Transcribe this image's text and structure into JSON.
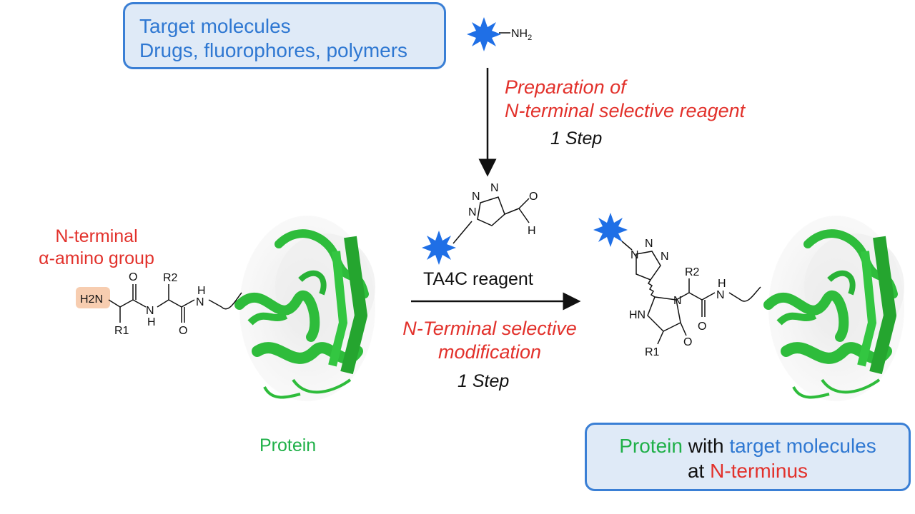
{
  "target_box": {
    "line1": "Target molecules",
    "line2": "Drugs, fluorophores, polymers"
  },
  "amine_label": "NH2",
  "prep": {
    "line1": "Preparation of",
    "line2": "N-terminal selective reagent",
    "step": "1 Step"
  },
  "nterm": {
    "line1": "N-terminal",
    "line2": "α-amino group"
  },
  "reagent": {
    "name": "TA4C reagent",
    "modification_line1": "N-Terminal selective",
    "modification_line2": "modification",
    "step": "1 Step"
  },
  "protein_label": "Protein",
  "result_box": {
    "protein": "Protein",
    "with": "with",
    "targets": "target molecules",
    "at": "at",
    "nterminus": "N-terminus"
  },
  "chem_labels": {
    "h2n": "H2N",
    "r1": "R1",
    "r2": "R2",
    "o": "O",
    "nh": "NH",
    "n": "N",
    "h": "H",
    "hn": "HN"
  },
  "colors": {
    "box_border": "#3a7fd5",
    "box_fill": "#dfeaf7",
    "blue_text": "#2f78d2",
    "red_text": "#e2312b",
    "green_text": "#1fb048",
    "protein_green": "#2ebc3b",
    "star_blue": "#1f6fe6",
    "amino_highlight": "#f7cdb0"
  },
  "icons": [
    "fluorophore-star-icon",
    "protein-ribbon-icon",
    "reaction-arrow-icon"
  ]
}
